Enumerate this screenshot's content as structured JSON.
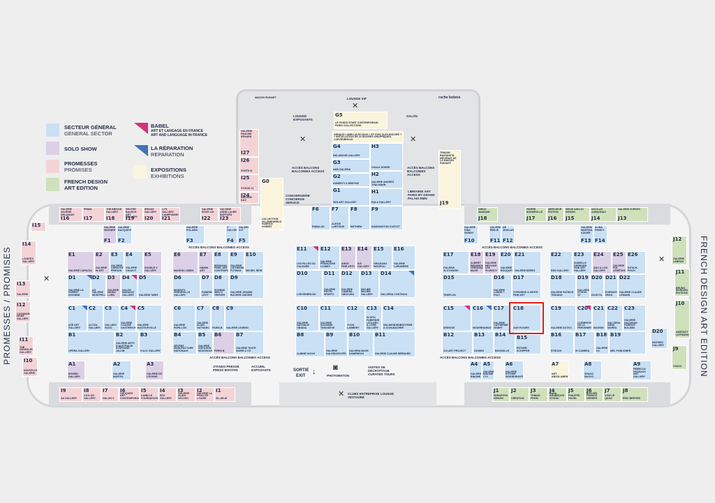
{
  "legend": {
    "general": {
      "fr": "SECTEUR GÉNÉRAL",
      "en": "GENERAL SECTOR",
      "color": "#c9e0f5"
    },
    "solo": {
      "fr": "SOLO SHOW",
      "color": "#dcd0e6"
    },
    "promises": {
      "fr": "PROMESSES",
      "en": "PROMISES",
      "color": "#f3d3d6"
    },
    "french_design": {
      "fr": "FRENCH DESIGN",
      "en": "ART EDITION",
      "color": "#cfe0bb"
    },
    "babel": {
      "fr": "BABEL",
      "sub_fr": "ART ET LANGAGE EN FRANCE",
      "sub_en": "ART AND LANGUAGE IN FRANCE",
      "color": "#d2337a"
    },
    "reparation": {
      "fr": "LA RÉPARATION",
      "en": "REPARATION",
      "color": "#3f74b8"
    },
    "exhibitions": {
      "fr": "EXPOSITIONS",
      "en": "EXHIBITIONS",
      "color": "#fbf4dc"
    }
  },
  "side_labels": {
    "left": "PROMESSES / PROMISES",
    "right": "FRENCH DESIGN ART EDITION"
  },
  "places": {
    "lounge_vip": "LOUNGE VIP",
    "lounge_exposants": "LOUNGE EXPOSANTS",
    "salon": "SALON",
    "concierge": "CONCIERGERIE CONCIERGE SERVICE",
    "balcony": "ACCÈS BALCONS BALCONIES ACCESS",
    "sortie": "SORTIE",
    "exit": "EXIT",
    "photomaton": "PHOTOMATON",
    "visites": "VISITES DE DÉCRYPTAGE CURATED TOURS",
    "stands_presse": "STANDS PRESSE PRESS BOOTHS",
    "accueil": "ACCUEIL EXPOSANTS",
    "clubs": "CLUBS ENTREPRISE LOUNGE VESTIAIRE",
    "librairie": "LIBRAIRIE ART PARIS BY GRAND PALAIS RMN",
    "maison_ruinart": "MAISON RUINART",
    "roche_bobois": "roche bobois",
    "arnaud": "ARNAUD LABELLE-ROJOUX « ET PUIS QUOI ENCORE ? » INSTALLATION DE 24 ŒUVRES GRAPHIQUES, LOEVENBRUCK"
  },
  "booths": {
    "I16": {
      "id": "I16",
      "name": "Galerie Valérie Delaunay"
    },
    "I17": {
      "id": "I17",
      "name": "Prima"
    },
    "I18": {
      "id": "I18",
      "name": "The Bridge Gallery"
    },
    "I19": {
      "id": "I19",
      "name": "Reuter Bausch Art Gallery"
    },
    "I20": {
      "id": "I20",
      "name": "Irrass Gallery"
    },
    "I21": {
      "id": "I21",
      "name": "C+N Gallery Canepaneri"
    },
    "I22": {
      "id": "I22",
      "name": "Galerie Écho 119"
    },
    "I23": {
      "id": "I23",
      "name": "Galerie Anne-Laure Buffard"
    },
    "F1": {
      "id": "F1",
      "name": "Galerie Wagner"
    },
    "F2": {
      "id": "F2",
      "name": "Galerie Bacqueville"
    },
    "F3": {
      "id": "F3",
      "name": "Galerie Polaris"
    },
    "F4": {
      "id": "F4",
      "name": "V Gallery"
    },
    "F5": {
      "id": "F5",
      "name": "Galerie G-P"
    },
    "E1": {
      "id": "E1",
      "name": "Galerie Capazza"
    },
    "E2": {
      "id": "E2",
      "name": "Galerie W Art"
    },
    "E3": {
      "id": "E3",
      "name": "Galerie Christophe Person"
    },
    "E4": {
      "id": "E4",
      "name": "Galerie Chauvy"
    },
    "E5": {
      "id": "E5",
      "name": "Double V Gallery"
    },
    "D1": {
      "id": "D1",
      "name": "Galerie La Forest Divonne"
    },
    "D2": {
      "id": "D2",
      "name": "AD Galerie Montpellier"
    },
    "D3": {
      "id": "D3",
      "name": "Galerie Maria Lund"
    },
    "D4": {
      "id": "D4",
      "name": "Salon Barakat Gallery"
    },
    "D5": {
      "id": "D5",
      "name": "Galerie Taïmt"
    },
    "C1": {
      "id": "C1",
      "name": "Azé Art Gallery"
    },
    "C2": {
      "id": "C2",
      "name": "Altiza Gallery"
    },
    "C3": {
      "id": "C3",
      "name": "Gallery Sodo"
    },
    "C4": {
      "id": "C4",
      "name": "Galerie Claude Gastreich"
    },
    "C5": {
      "id": "C5",
      "name": "Galerie Bastejeville"
    },
    "B1": {
      "id": "B1",
      "name": "Opera Gallery"
    },
    "B2": {
      "id": "B2",
      "name": "Galerie Arts d'Australie Stéphane Jacob"
    },
    "B3": {
      "id": "B3",
      "name": "H.A.N. Gallery"
    },
    "A1": {
      "id": "A1",
      "name": "Bowen Gallery"
    },
    "A2": {
      "id": "A2",
      "name": "Galerie Martel"
    },
    "A3": {
      "id": "A3",
      "name": "Galerie de l'Échue"
    },
    "E6": {
      "id": "E6",
      "name": "Maison Loben"
    },
    "E7": {
      "id": "E7",
      "name": "Onirik Art"
    },
    "E8": {
      "id": "E8",
      "name": "Bendana Pinel Art Contemporain"
    },
    "E9": {
      "id": "E9",
      "name": "Galerie Catherine Putman"
    },
    "E10": {
      "id": "E10",
      "name": "Michel Rein"
    },
    "D6": {
      "id": "D6",
      "name": "Modesti Perdriolle Gallery"
    },
    "D7": {
      "id": "D7",
      "name": "Fabienne Levy"
    },
    "D8": {
      "id": "D8",
      "name": "Schenk Weltz Gerver"
    },
    "D9": {
      "id": "D9",
      "name": "Galerie Jeanne Bucher Jaeger"
    },
    "C6": {
      "id": "C6",
      "name": "Galerie Papillon"
    },
    "C7": {
      "id": "C7",
      "name": "Galerie Alain Gutharc"
    },
    "C8": {
      "id": "C8",
      "name": "Paris-B"
    },
    "C9": {
      "id": "C9",
      "name": "Galerie Leseng"
    },
    "B4": {
      "id": "B4",
      "name": "Sèvres Manufacture Nationale"
    },
    "B5": {
      "id": "B5",
      "name": "Galerie Dukoson Moussoun"
    },
    "B6": {
      "id": "B6",
      "name": "Pires B"
    },
    "B7": {
      "id": "B7",
      "name": "Galerie Taste Noire & Co"
    },
    "F6": {
      "id": "F6",
      "name": "Rabalas"
    },
    "F7": {
      "id": "F7",
      "name": "Alexis Lartigue"
    },
    "F8": {
      "id": "F8",
      "name": "Bethiem"
    },
    "F9": {
      "id": "F9",
      "name": "Waddington Custot"
    },
    "G5": {
      "id": "G5",
      "name": "Le Fonds Start Contemporain Paris Collections"
    },
    "G4": {
      "id": "G4",
      "name": "Delamour Gallery"
    },
    "G3": {
      "id": "G3",
      "name": "AMS Galeria"
    },
    "G2": {
      "id": "G2",
      "name": "Huberty & Breyne"
    },
    "G1": {
      "id": "G1",
      "name": "SES Art Gallery"
    },
    "H3": {
      "id": "H3",
      "name": "Chalk Horse"
    },
    "H2": {
      "id": "H2",
      "name": "Galerie Andrés Thalmann"
    },
    "H1": {
      "id": "H1",
      "name": "Bala Gallery"
    },
    "G0": {
      "id": "G0",
      "name": "Collection Villemeureux Fabrice Hybert"
    },
    "I27": {
      "id": "I27",
      "name": "Galerie Pauline Renard"
    },
    "I26": {
      "id": "I26",
      "name": "Porte B"
    },
    "I25": {
      "id": "I25",
      "name": "Studio 11"
    },
    "I24": {
      "id": "I24",
      "name": "Galerie Dax"
    },
    "J19": {
      "id": "J19",
      "name": "Triadih Bavnarita Mécénat de la Maison Ruinart"
    },
    "E11": {
      "id": "E11",
      "name": "Les Filles du Calvaire"
    },
    "E12": {
      "id": "E12",
      "name": "Galerie Françoise Livinec"
    },
    "E13": {
      "id": "E13",
      "name": "Ardo Fine Arts"
    },
    "E14": {
      "id": "E14",
      "name": "IDS Gallery"
    },
    "E15": {
      "id": "E15",
      "name": "Graziano Sinopoli"
    },
    "E16": {
      "id": "E16",
      "name": "Galerie Laruneire"
    },
    "D10": {
      "id": "D10",
      "name": "Loevenbruck"
    },
    "D11": {
      "id": "D11",
      "name": "Galerie Pietri Spartz"
    },
    "D12": {
      "id": "D12",
      "name": "Galerie Camera Obscura"
    },
    "D13": {
      "id": "D13",
      "name": "Mulier Mulier Gallery"
    },
    "D14": {
      "id": "D14",
      "name": "Galleria Continua"
    },
    "C10": {
      "id": "C10",
      "name": "Galerie Nathalie Obadia"
    },
    "C11": {
      "id": "C11",
      "name": "Galerie Suzanne Tarasieve"
    },
    "C12": {
      "id": "C12",
      "name": "Yvon Lambert"
    },
    "C13": {
      "id": "C13",
      "name": "In Situ Fabienne Leclerc & Loeb Gallery"
    },
    "C14": {
      "id": "C14",
      "name": "Mai-Wendenbrother & Kohlbacher"
    },
    "B8": {
      "id": "B8",
      "name": "Albine Nochi"
    },
    "B9": {
      "id": "B9",
      "name": "Galerie Kaleidoscope"
    },
    "B10": {
      "id": "B10",
      "name": "Galeria Mage Doménech"
    },
    "B11": {
      "id": "B11",
      "name": "Galerie Claude Bernard"
    },
    "F10": {
      "id": "F10",
      "name": "Galerie Dina Vierny"
    },
    "F11": {
      "id": "F11",
      "name": "Galerie Émilie"
    },
    "F12": {
      "id": "F12",
      "name": "De Zinglard"
    },
    "F13": {
      "id": "F13",
      "name": "Galerie Martina Kaiser"
    },
    "F14": {
      "id": "F14",
      "name": "Alina Pinsky"
    },
    "E17": {
      "id": "E17",
      "name": "Galerie Zlotowski"
    },
    "E18": {
      "id": "E18",
      "name": "Albert Benamou Véronique Maxé"
    },
    "E19": {
      "id": "E19",
      "name": "Galerie Meyling Lee Fluency"
    },
    "E20": {
      "id": "E20",
      "name": "Galerie Bouquet"
    },
    "E21": {
      "id": "E21",
      "name": "Galerie Berès"
    },
    "D15": {
      "id": "D15",
      "name": "Templon"
    },
    "D16": {
      "id": "D16",
      "name": "Galerie Lange + Pult"
    },
    "D17": {
      "id": "D17",
      "name": "Stessens & White Fine Art"
    },
    "C15": {
      "id": "C15",
      "name": "Semiose"
    },
    "C16": {
      "id": "C16",
      "name": "Modernariato"
    },
    "C17": {
      "id": "C17",
      "name": "Galerie Catherine Issert"
    },
    "C18": {
      "id": "C18",
      "name": "A&R Fleury"
    },
    "B12": {
      "id": "B12",
      "name": "313 Art Project"
    },
    "B13": {
      "id": "B13",
      "name": "Gowen"
    },
    "B14": {
      "id": "B14",
      "name": "Bugnolle"
    },
    "B15": {
      "id": "B15",
      "name": "Esther Schipper"
    },
    "A4": {
      "id": "A4",
      "name": "Galerie Binome"
    },
    "A5": {
      "id": "A5",
      "name": "Galerie Binome C+V"
    },
    "A6": {
      "id": "A6",
      "name": "Galerie Esther Woerdehoff"
    },
    "A7": {
      "id": "A7",
      "name": "Art Absolument"
    },
    "A8": {
      "id": "A8",
      "name": "Spazio Nuovo"
    },
    "A9": {
      "id": "A9",
      "name": "Rebecca Hossack Art Gallery"
    },
    "E22": {
      "id": "E22",
      "name": "DDD Gallery"
    },
    "E23": {
      "id": "E23",
      "name": "Isabelle Gerrard Fine Art Gallery"
    },
    "E24": {
      "id": "E24",
      "name": "Ado & Lou Gallery"
    },
    "E25": {
      "id": "E25",
      "name": "Galerie Pol Lemétais"
    },
    "E26": {
      "id": "E26",
      "name": "Ritsch-Fisch"
    },
    "D18": {
      "id": "D18",
      "name": "Galerie Patrice Trigano"
    },
    "D19": {
      "id": "D19",
      "name": "Galleria Studio G7"
    },
    "D20": {
      "id": "D20",
      "name": "Dilecta"
    },
    "D21": {
      "id": "D21",
      "name": "Everarts Read"
    },
    "D22": {
      "id": "D22",
      "name": "Galerie Claude Lemand"
    },
    "C19": {
      "id": "C19",
      "name": "Galerie Dutko"
    },
    "C20": {
      "id": "C20",
      "name": "Clémentine de la Féronnière"
    },
    "C21": {
      "id": "C21",
      "name": "Magnin"
    },
    "C22": {
      "id": "C22",
      "name": "Galleria Anna Marra"
    },
    "C23": {
      "id": "C23",
      "name": "Galerie Nazarian Fabrice Bolmes"
    },
    "B16": {
      "id": "B16",
      "name": "Strouk"
    },
    "B17": {
      "id": "B17",
      "name": "In Camera"
    },
    "B18": {
      "id": "B18",
      "name": "Galerie XX"
    },
    "B19": {
      "id": "B19",
      "name": "Mel Publisher"
    },
    "J18": {
      "id": "J18",
      "name": "Nirox Wansam"
    },
    "J17": {
      "id": "J17",
      "name": "Pierre Bonneville"
    },
    "J16": {
      "id": "J16",
      "name": "Mercœur Édition"
    },
    "J15": {
      "id": "J15",
      "name": "Régis Anklio Design"
    },
    "J14": {
      "id": "J14",
      "name": "Nicolas Aubagnac"
    },
    "J13": {
      "id": "J13",
      "name": "Galerie Zorkes"
    },
    "J12": {
      "id": "J12",
      "name": "Galerie Lebrun"
    },
    "J11": {
      "id": "J11",
      "name": "Bruno Moinard Éditions"
    },
    "J10": {
      "id": "J10",
      "name": "Amstadt Leitmann"
    },
    "J9": {
      "id": "J9",
      "name": "Ovack"
    },
    "D20b": {
      "id": "D20",
      "name": "Mathieu Gallery"
    },
    "I15": {
      "id": "I15",
      "name": "Galerie"
    },
    "I14": {
      "id": "I14",
      "name": "Lavatex Gallery"
    },
    "I13": {
      "id": "I13",
      "name": "Galerie"
    },
    "I12": {
      "id": "I12",
      "name": "Casamara Modé Gallery"
    },
    "I11": {
      "id": "I11",
      "name": "The Unsealed Gallery"
    },
    "I10": {
      "id": "I10",
      "name": "Nouvelle Galerie"
    },
    "I9": {
      "id": "I9",
      "name": "AA Gallery"
    },
    "I8": {
      "id": "I8",
      "name": "Cutlog Gallery"
    },
    "I7": {
      "id": "I7",
      "name": "Galon V"
    },
    "I6": {
      "id": "I6",
      "name": "Choques Art Contemporain"
    },
    "I5": {
      "id": "I5",
      "name": "Camille Fournaison"
    },
    "I4": {
      "id": "I4",
      "name": "EDX Gallery"
    },
    "I3": {
      "id": "I3",
      "name": "Galerie Alain Veloso"
    },
    "I2": {
      "id": "I2",
      "name": "Galerie La Peau de l'Ours"
    },
    "I1": {
      "id": "I1",
      "name": "Zil.Ar-W"
    },
    "J1": {
      "id": "J1",
      "name": "Seraphyn Design"
    },
    "J2": {
      "id": "J2",
      "name": "Création"
    },
    "J3": {
      "id": "J3",
      "name": "Things From"
    },
    "J4": {
      "id": "J4",
      "name": "Dana Arabbood Studio"
    },
    "J5": {
      "id": "J5",
      "name": "Philippe Hovel"
    },
    "J6": {
      "id": "J6",
      "name": "Atelier Franck Genser"
    },
    "J7": {
      "id": "J7",
      "name": "Vow Le Quan"
    },
    "J8": {
      "id": "J8",
      "name": "Éric Bertiès"
    }
  }
}
